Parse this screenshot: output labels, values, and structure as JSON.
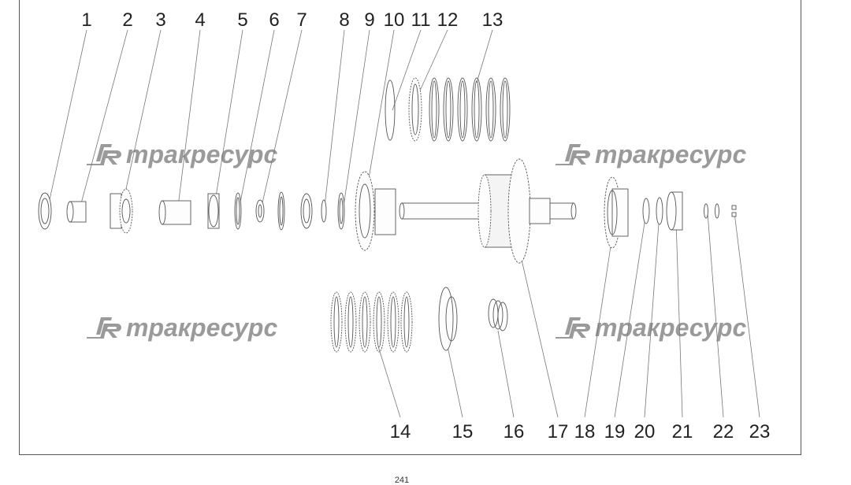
{
  "callouts": {
    "top": [
      "1",
      "2",
      "3",
      "4",
      "5",
      "6",
      "7",
      "8",
      "9",
      "10",
      "11",
      "12",
      "13"
    ],
    "bottom": [
      "14",
      "15",
      "16",
      "17",
      "18",
      "19",
      "20",
      "21",
      "22",
      "23"
    ]
  },
  "watermark": {
    "logo": "TR",
    "text": "тракресурс",
    "color": "#9a9a9a"
  },
  "page_number": "241"
}
